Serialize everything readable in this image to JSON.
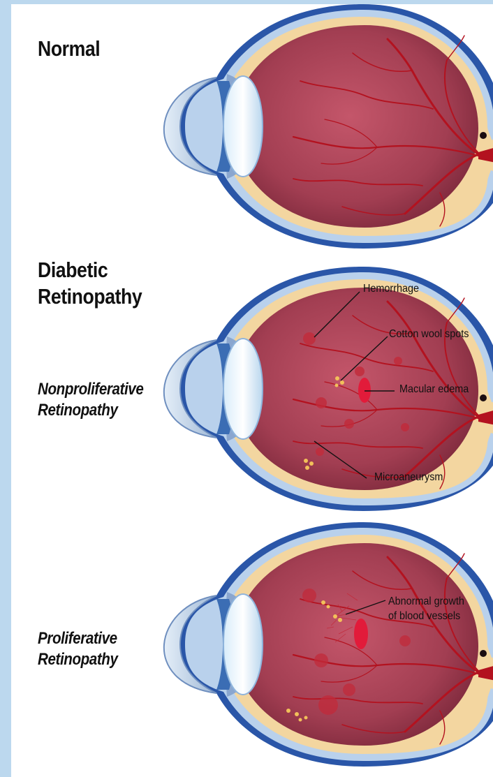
{
  "labels": {
    "normal": "Normal",
    "diabetic_line1": "Diabetic",
    "diabetic_line2": "Retinopathy",
    "nonproliferative_line1": "Nonproliferative",
    "nonproliferative_line2": "Retinopathy",
    "proliferative_line1": "Proliferative",
    "proliferative_line2": "Retinopathy"
  },
  "callouts": {
    "hemorrhage": "Hemorrhage",
    "cotton_wool": "Cotton wool spots",
    "macular_edema": "Macular edema",
    "microaneurysm": "Microaneurysm",
    "abnormal_line1": "Abnormal growth",
    "abnormal_line2": "of blood vessels"
  },
  "colors": {
    "background": "#bcd8ee",
    "outer_sclera": "#2a56a8",
    "choroid": "#f3d6a0",
    "retina": "#a8404f",
    "vessel": "#b3121f",
    "lesion": "#c22a3a",
    "exudate": "#f2c05a"
  }
}
